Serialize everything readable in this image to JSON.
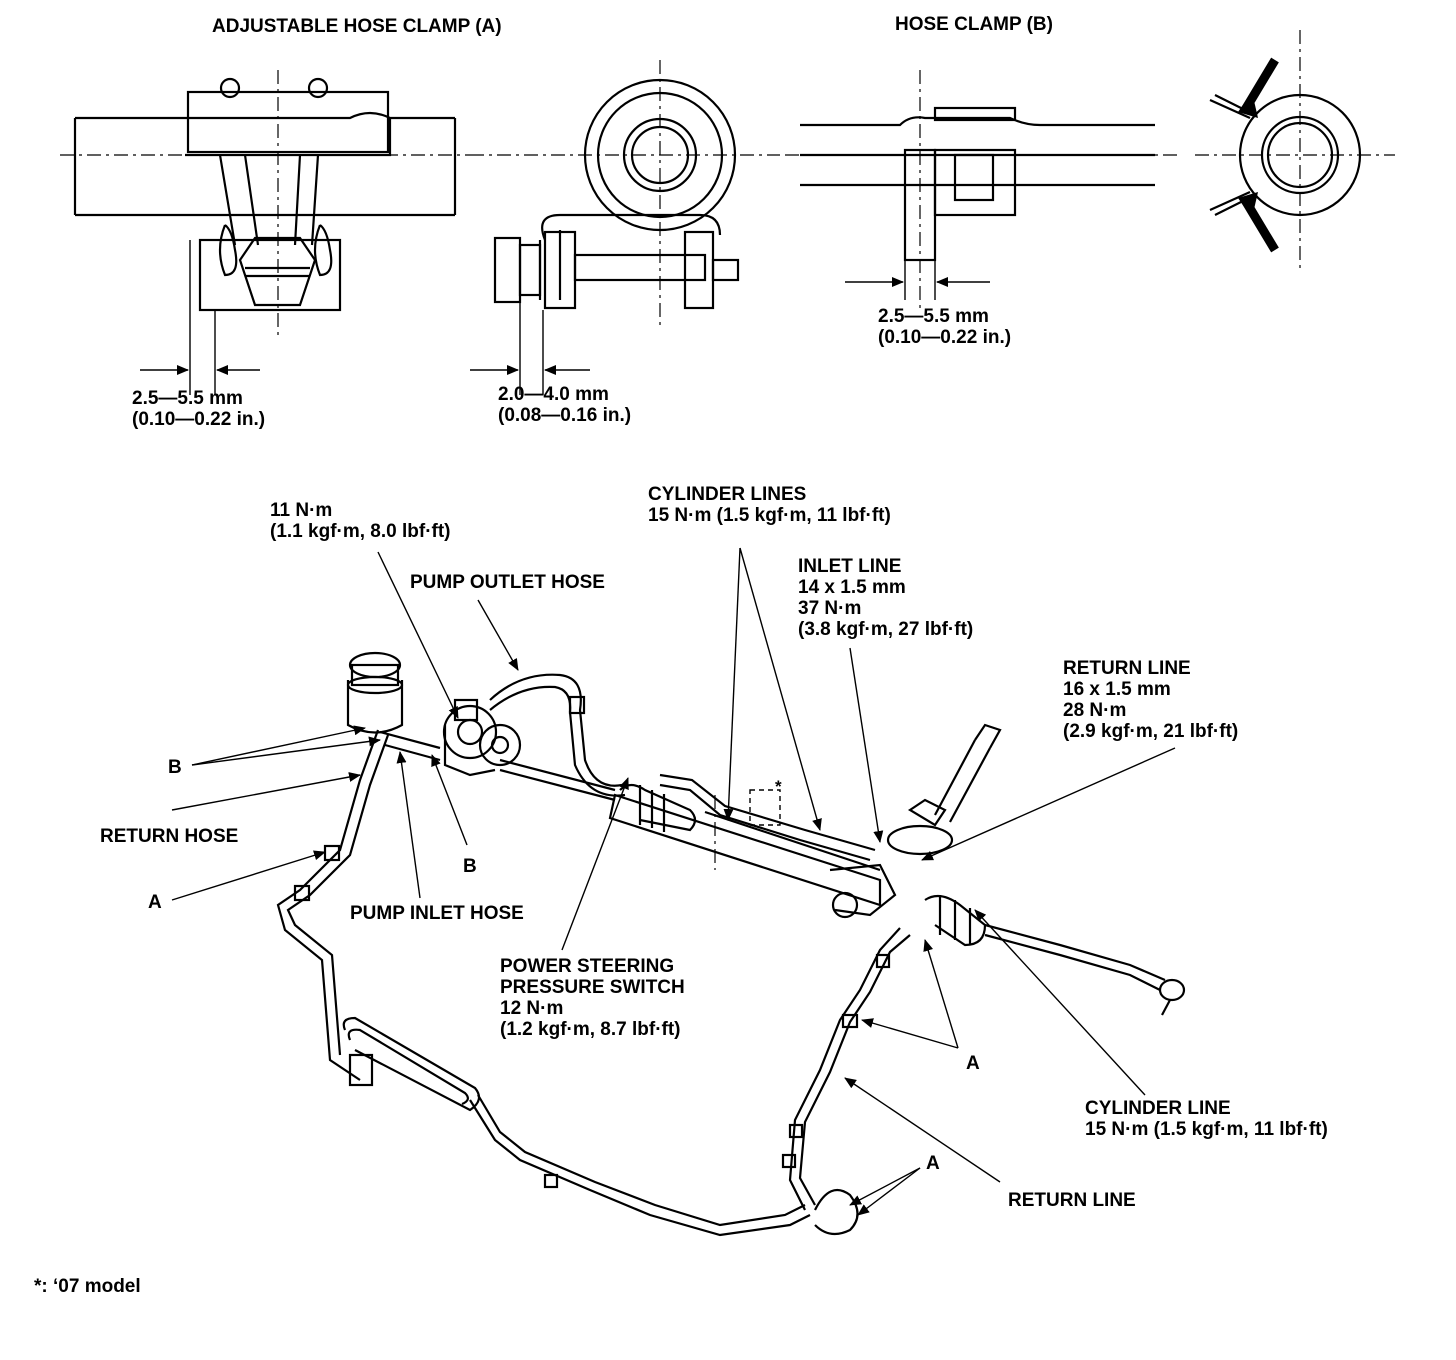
{
  "labels": {
    "adjustable_clamp_title": "ADJUSTABLE HOSE CLAMP (A)",
    "hose_clamp_title": "HOSE CLAMP (B)",
    "clamp_a_gap_mm": "2.5—5.5 mm",
    "clamp_a_gap_in": "(0.10—0.22 in.)",
    "clamp_a_side_gap_mm": "2.0—4.0 mm",
    "clamp_a_side_gap_in": "(0.08—0.16 in.)",
    "clamp_b_gap_mm": "2.5—5.5 mm",
    "clamp_b_gap_in": "(0.10—0.22 in.)",
    "bolt_torque": "11 N·m",
    "bolt_torque_alt": "(1.1 kgf·m, 8.0 lbf·ft)",
    "cylinder_lines": "CYLINDER LINES",
    "cylinder_lines_torque": "15 N·m (1.5 kgf·m, 11 lbf·ft)",
    "inlet_line": "INLET LINE",
    "inlet_line_size": "14 x 1.5 mm",
    "inlet_line_torque": "37 N·m",
    "inlet_line_torque_alt": "(3.8 kgf·m, 27 lbf·ft)",
    "pump_outlet_hose": "PUMP OUTLET HOSE",
    "return_line_top": "RETURN LINE",
    "return_line_size": "16 x 1.5 mm",
    "return_line_torque": "28 N·m",
    "return_line_torque_alt": "(2.9 kgf·m, 21 lbf·ft)",
    "callout_b_left": "B",
    "return_hose": "RETURN HOSE",
    "callout_b_mid": "B",
    "callout_a_left": "A",
    "pump_inlet_hose": "PUMP INLET HOSE",
    "ps_switch_1": "POWER STEERING",
    "ps_switch_2": "PRESSURE SWITCH",
    "ps_switch_torque": "12 N·m",
    "ps_switch_torque_alt": "(1.2 kgf·m, 8.7 lbf·ft)",
    "callout_a_right": "A",
    "cylinder_line": "CYLINDER LINE",
    "cylinder_line_torque": "15 N·m (1.5 kgf·m, 11 lbf·ft)",
    "callout_a_bottom": "A",
    "return_line_bottom": "RETURN LINE",
    "asterisk_mark": "*",
    "footnote": "*: ‘07 model"
  }
}
